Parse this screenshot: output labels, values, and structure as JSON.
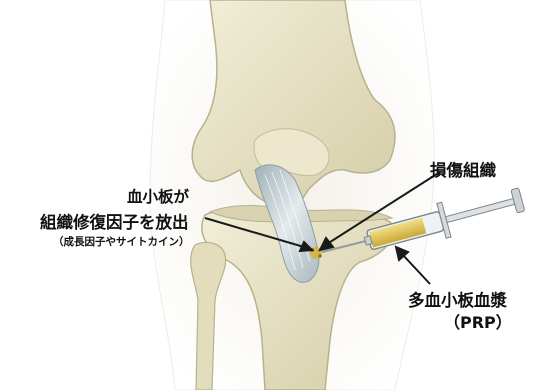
{
  "labels": {
    "platelet_title": "血小板が",
    "platelet_release": "組織修復因子を放出",
    "platelet_note": "（成長因子やサイトカイン）",
    "damaged_tissue": "損傷組織",
    "prp_name": "多血小板血漿",
    "prp_abbrev": "（PRP）"
  },
  "colors": {
    "bone": "#e7e2c6",
    "bone_shadow": "#cfc8a3",
    "ligament": "#b8c4c9",
    "syringe_fluid": "#e3c95a",
    "arrow": "#1a1a1a",
    "background": "#ffffff"
  }
}
